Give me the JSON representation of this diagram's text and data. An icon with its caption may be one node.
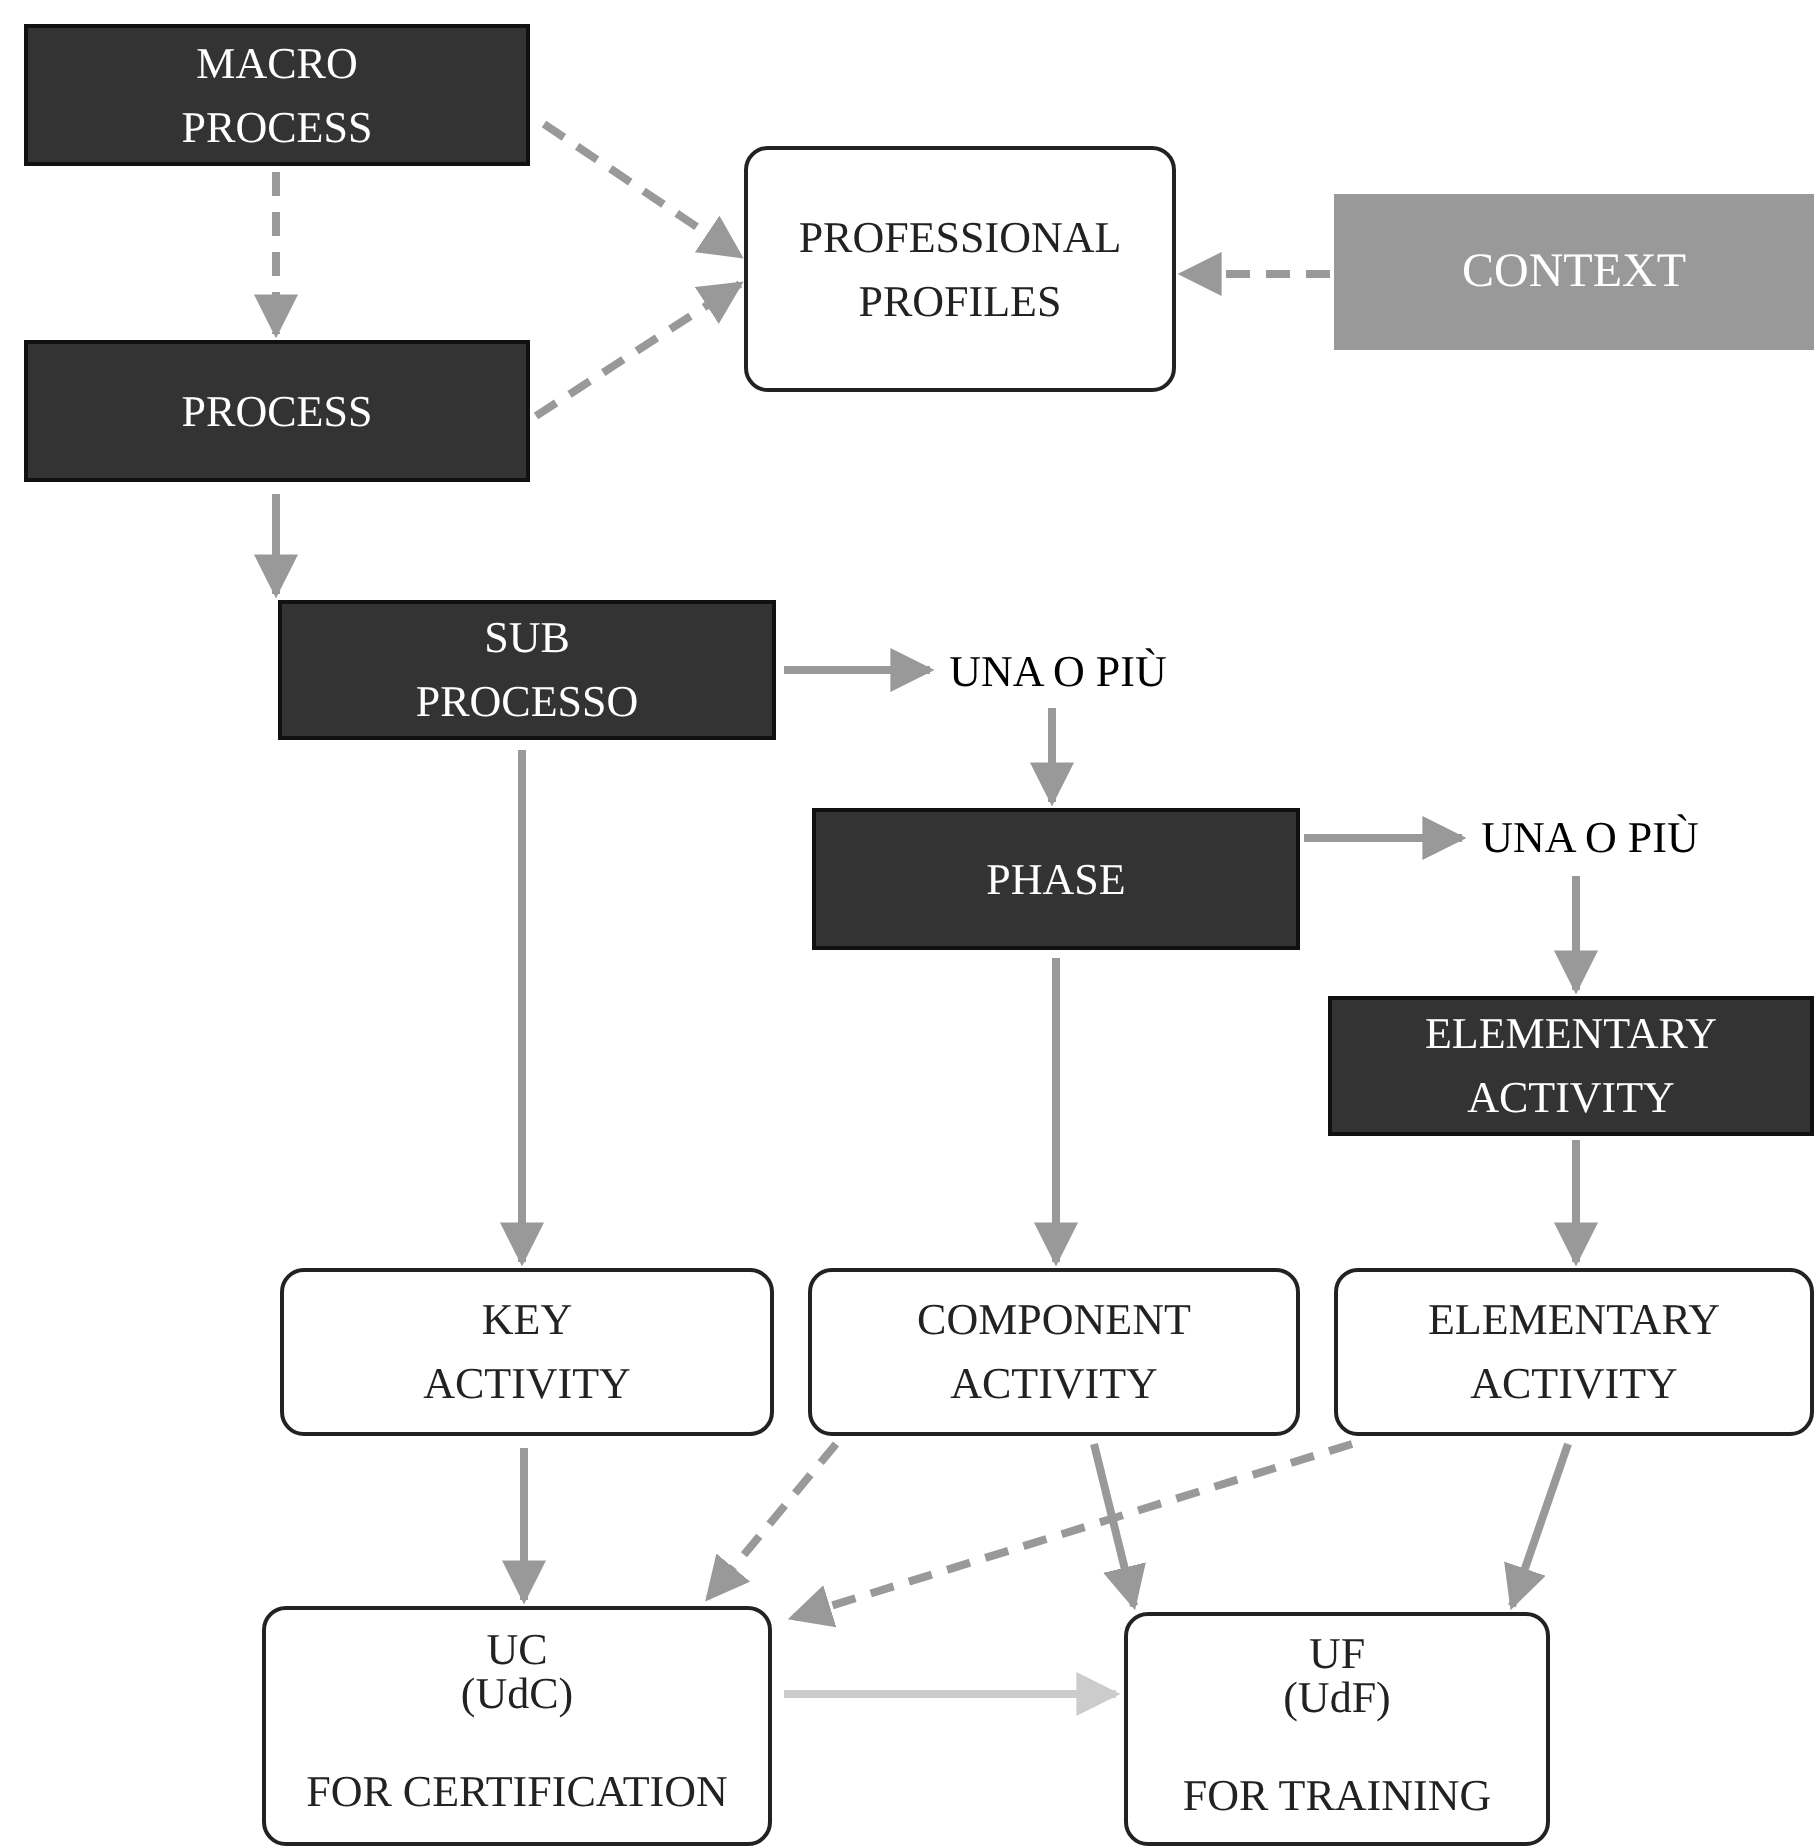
{
  "diagram": {
    "nodes": [
      {
        "text": [
          "MACRO PROCESS"
        ]
      },
      {
        "text": [
          "PROFESSIONAL PROFILES"
        ]
      },
      {
        "text": [
          "CONTEXT"
        ]
      },
      {
        "text": [
          "PROCESS"
        ]
      },
      {
        "text": [
          "SUB PROCESSO"
        ]
      },
      {
        "text": [
          "UNA O PIÙ"
        ]
      },
      {
        "text": [
          "PHASE"
        ]
      },
      {
        "text": [
          "UNA O PIÙ"
        ]
      },
      {
        "text": [
          "ELEMENTARY ACTIVITY"
        ]
      },
      {
        "text": [
          "KEY ACTIVITY"
        ]
      },
      {
        "text": [
          "COMPONENT ACTIVITY"
        ]
      },
      {
        "text": [
          "ELEMENTARY ACTIVITY"
        ]
      },
      {
        "text": [
          "UC",
          "(UdC)",
          "FOR CERTIFICATION"
        ]
      },
      {
        "text": [
          "UF",
          "(UdF)",
          "FOR TRAINING"
        ]
      }
    ],
    "edges": [
      {
        "from": 0,
        "to": 1,
        "arrow": "to",
        "style": "dashed"
      },
      {
        "from": 0,
        "to": 3,
        "arrow": "to",
        "style": "dashed"
      },
      {
        "from": 3,
        "to": 1,
        "arrow": "to",
        "style": "dashed"
      },
      {
        "from": 2,
        "to": 1,
        "arrow": "to",
        "style": "dashed"
      },
      {
        "from": 3,
        "to": 4,
        "arrow": "to"
      },
      {
        "from": 4,
        "to": 5,
        "arrow": "to"
      },
      {
        "from": 5,
        "to": 6,
        "arrow": "to"
      },
      {
        "from": 6,
        "to": 7,
        "arrow": "to"
      },
      {
        "from": 7,
        "to": 8,
        "arrow": "to"
      },
      {
        "from": 4,
        "to": 9,
        "arrow": "to"
      },
      {
        "from": 6,
        "to": 10,
        "arrow": "to"
      },
      {
        "from": 8,
        "to": 11,
        "arrow": "to"
      },
      {
        "from": 9,
        "to": 12,
        "arrow": "to"
      },
      {
        "from": 10,
        "to": 12,
        "arrow": "to",
        "style": "dashed"
      },
      {
        "from": 10,
        "to": 13,
        "arrow": "to"
      },
      {
        "from": 11,
        "to": 12,
        "arrow": "to",
        "style": "dashed"
      },
      {
        "from": 11,
        "to": 13,
        "arrow": "to"
      },
      {
        "from": 12,
        "to": 13,
        "arrow": "to",
        "color": "#cccccc"
      }
    ]
  }
}
